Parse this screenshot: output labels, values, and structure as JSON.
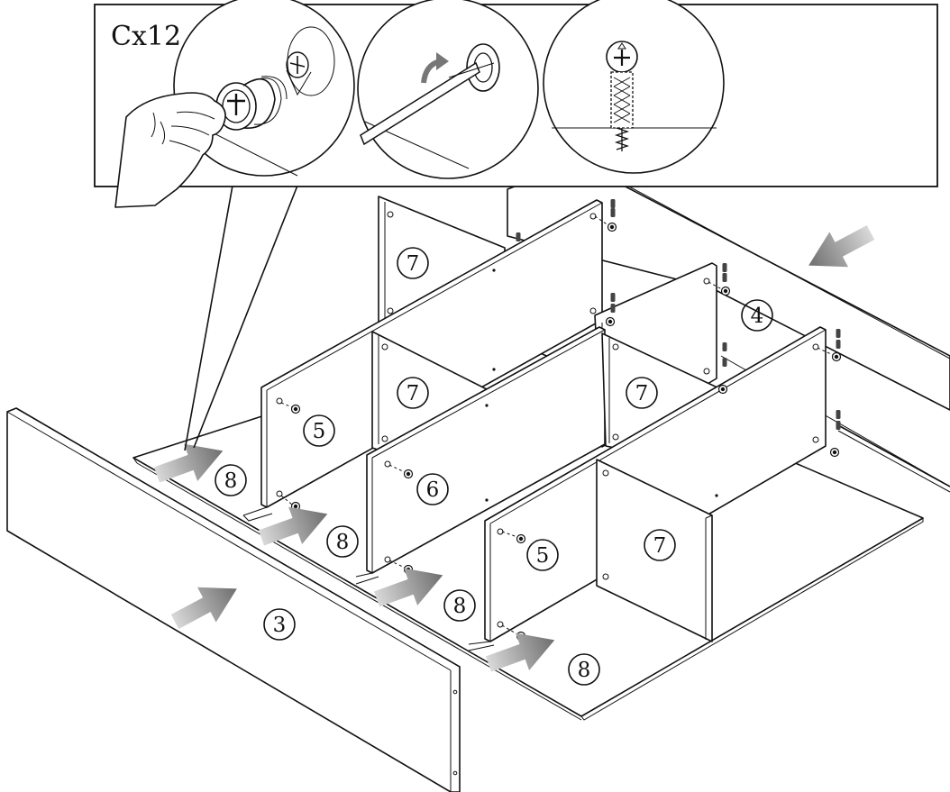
{
  "hardware": {
    "count_label": "Cx12",
    "part": "cam-lock-fitting"
  },
  "parts": {
    "front_panel": "3",
    "back_panel": "4",
    "divider_left": "5",
    "divider_center": "6",
    "divider_right": "5",
    "panels_7": [
      "7",
      "7",
      "7",
      "7"
    ],
    "shelves_8": [
      "8",
      "8",
      "8",
      "8"
    ]
  },
  "colors": {
    "line": "#111111",
    "arrow_dark": "#6e6e6e",
    "arrow_light": "#d9d9d9",
    "background": "#ffffff"
  },
  "icons": [
    "hand-icon",
    "cam-lock-icon",
    "screwdriver-icon",
    "screw-section-icon",
    "rotate-arrow-icon",
    "push-arrow-icon"
  ]
}
